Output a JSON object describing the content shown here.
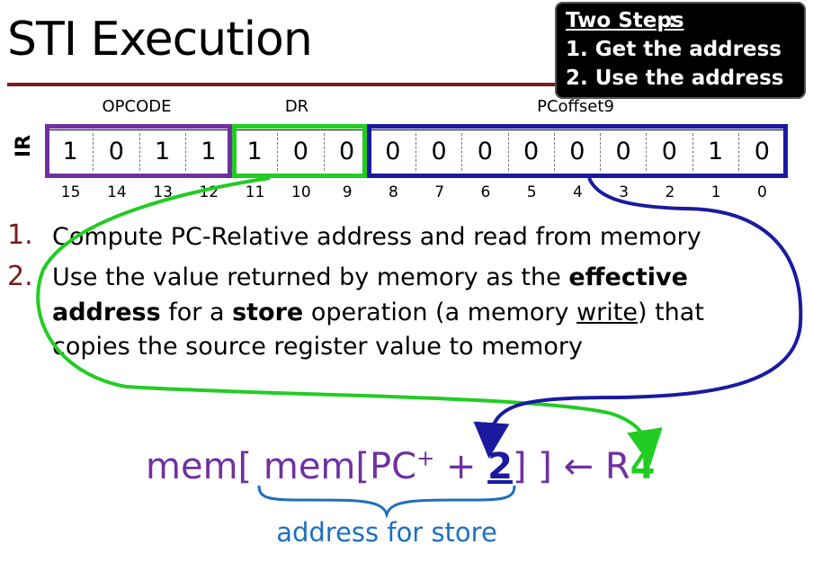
{
  "title": "STI Execution",
  "steps_box": {
    "heading": "Two Steps",
    "colon": ":",
    "step1": "1. Get the address",
    "step2": "2. Use the address"
  },
  "instruction": {
    "register_label": "IR",
    "fields": {
      "opcode": "OPCODE",
      "dr": "DR",
      "pcoffset": "PCoffset9"
    },
    "bits": [
      "1",
      "0",
      "1",
      "1",
      "1",
      "0",
      "0",
      "0",
      "0",
      "0",
      "0",
      "0",
      "0",
      "0",
      "1",
      "0"
    ],
    "bit_numbers": [
      "15",
      "14",
      "13",
      "12",
      "11",
      "10",
      "9",
      "8",
      "7",
      "6",
      "5",
      "4",
      "3",
      "2",
      "1",
      "0"
    ]
  },
  "list": {
    "num1": "1.",
    "num2": "2.",
    "item1": "Compute PC-Relative address and read from memory",
    "item2_a": "Use the value returned by memory as the ",
    "item2_b": "effective",
    "item3_a": "address",
    "item3_b": " for a ",
    "item3_c": "store",
    "item3_d": " operation (a memory ",
    "item3_e": "write",
    "item3_f": ") that",
    "item4": "copies the source register value to memory"
  },
  "formula": {
    "p1": "mem[ mem[PC",
    "sup": "+",
    "p2": " + ",
    "offset": "2",
    "p3": "] ] ← R",
    "reg": "4"
  },
  "brace_label": "address for store",
  "colors": {
    "opcode": "#7030a0",
    "dr": "#22cc22",
    "pcoffset": "#1a1aa0",
    "title_rule": "#7a1a1a",
    "brace": "#1f6fc0"
  }
}
